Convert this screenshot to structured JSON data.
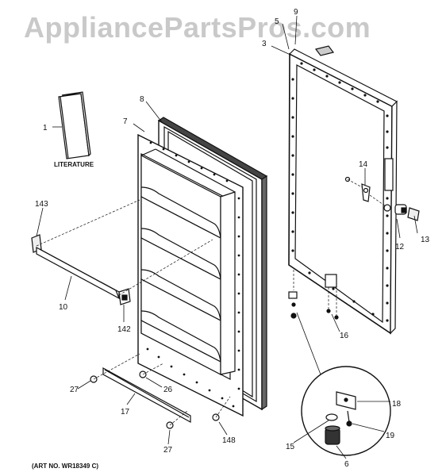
{
  "watermark": "AppliancePartsPros.com",
  "literature_label": "LITERATURE",
  "art_number": "(ART NO. WR18349 C)",
  "callouts": {
    "c1": "1",
    "c3": "3",
    "c5": "5",
    "c6": "6",
    "c7": "7",
    "c8": "8",
    "c9": "9",
    "c10": "10",
    "c12": "12",
    "c13": "13",
    "c14": "14",
    "c15": "15",
    "c16": "16",
    "c17": "17",
    "c18": "18",
    "c19": "19",
    "c26": "26",
    "c27a": "27",
    "c27b": "27",
    "c142": "142",
    "c143": "143",
    "c148": "148"
  }
}
